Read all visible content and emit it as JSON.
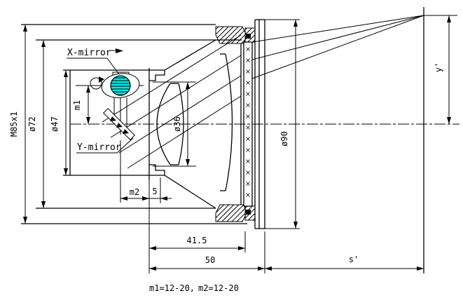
{
  "labels": {
    "x_mirror": "X-mirror",
    "y_mirror": "Y-mirror"
  },
  "dims": {
    "thread": "M85x1",
    "d72": "ø72",
    "d47": "ø47",
    "d36": "ø36",
    "d90": "ø90",
    "m1": "m1",
    "m2": "m2",
    "gap5": "5",
    "l41_5": "41.5",
    "l50": "50",
    "s_prime": "s'",
    "y_prime": "y'"
  },
  "note": {
    "m1": "m1=12-20,",
    "m2": "m2=12-20"
  },
  "colors": {
    "line": "#000000",
    "mirror_fill": "#00e7e7",
    "background": "#ffffff"
  }
}
